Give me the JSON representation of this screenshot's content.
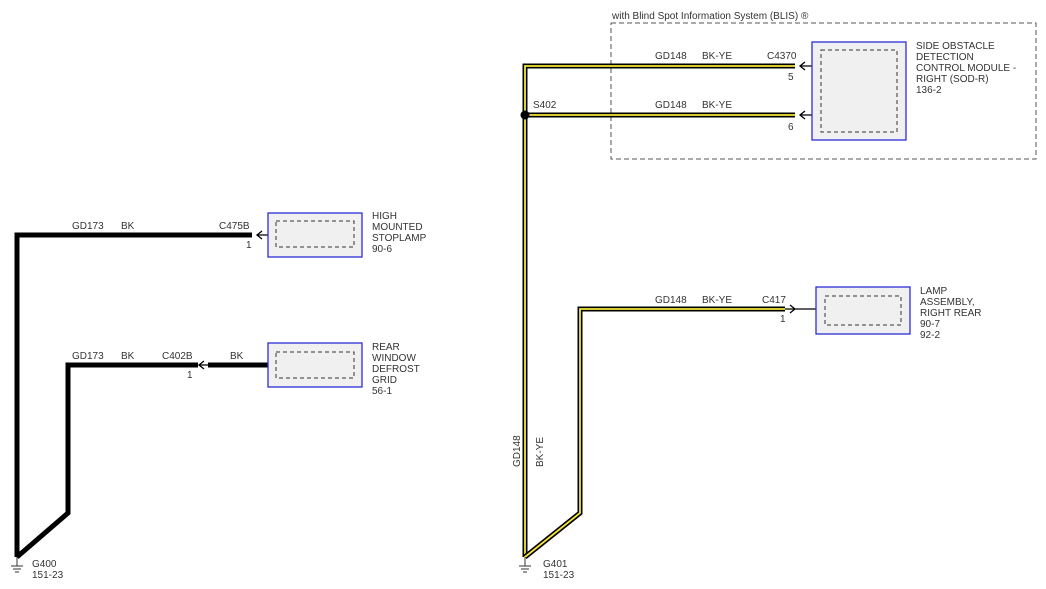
{
  "blis": {
    "label": "with Blind Spot Information System (BLIS) ®"
  },
  "components": {
    "sod": {
      "lines": [
        "SIDE OBSTACLE",
        "DETECTION",
        "CONTROL MODULE -",
        "RIGHT (SOD-R)",
        "136-2"
      ]
    },
    "stoplamp": {
      "lines": [
        "HIGH",
        "MOUNTED",
        "STOPLAMP",
        "90-6"
      ]
    },
    "defrost": {
      "lines": [
        "REAR",
        "WINDOW",
        "DEFROST",
        "GRID",
        "56-1"
      ]
    },
    "lamp": {
      "lines": [
        "LAMP",
        "ASSEMBLY,",
        "RIGHT REAR",
        "90-7",
        "92-2"
      ]
    }
  },
  "connectors": {
    "c4370": {
      "name": "C4370",
      "pin_top": "5",
      "pin_bottom": "6"
    },
    "c475b": {
      "name": "C475B",
      "pin": "1"
    },
    "c402b": {
      "name": "C402B",
      "pin": "1"
    },
    "c417": {
      "name": "C417",
      "pin": "1"
    }
  },
  "splice": {
    "name": "S402"
  },
  "wires": {
    "gd148": {
      "circuit": "GD148",
      "color": "BK-YE"
    },
    "gd173": {
      "circuit": "GD173",
      "color": "BK"
    },
    "defrost_bk": {
      "color": "BK"
    }
  },
  "grounds": {
    "g400": {
      "name": "G400",
      "ref": "151-23"
    },
    "g401": {
      "name": "G401",
      "ref": "151-23"
    }
  },
  "colors": {
    "wire_black": "#000000",
    "wire_yellow": "#f4e634",
    "component_border": "#2d2dd6"
  }
}
